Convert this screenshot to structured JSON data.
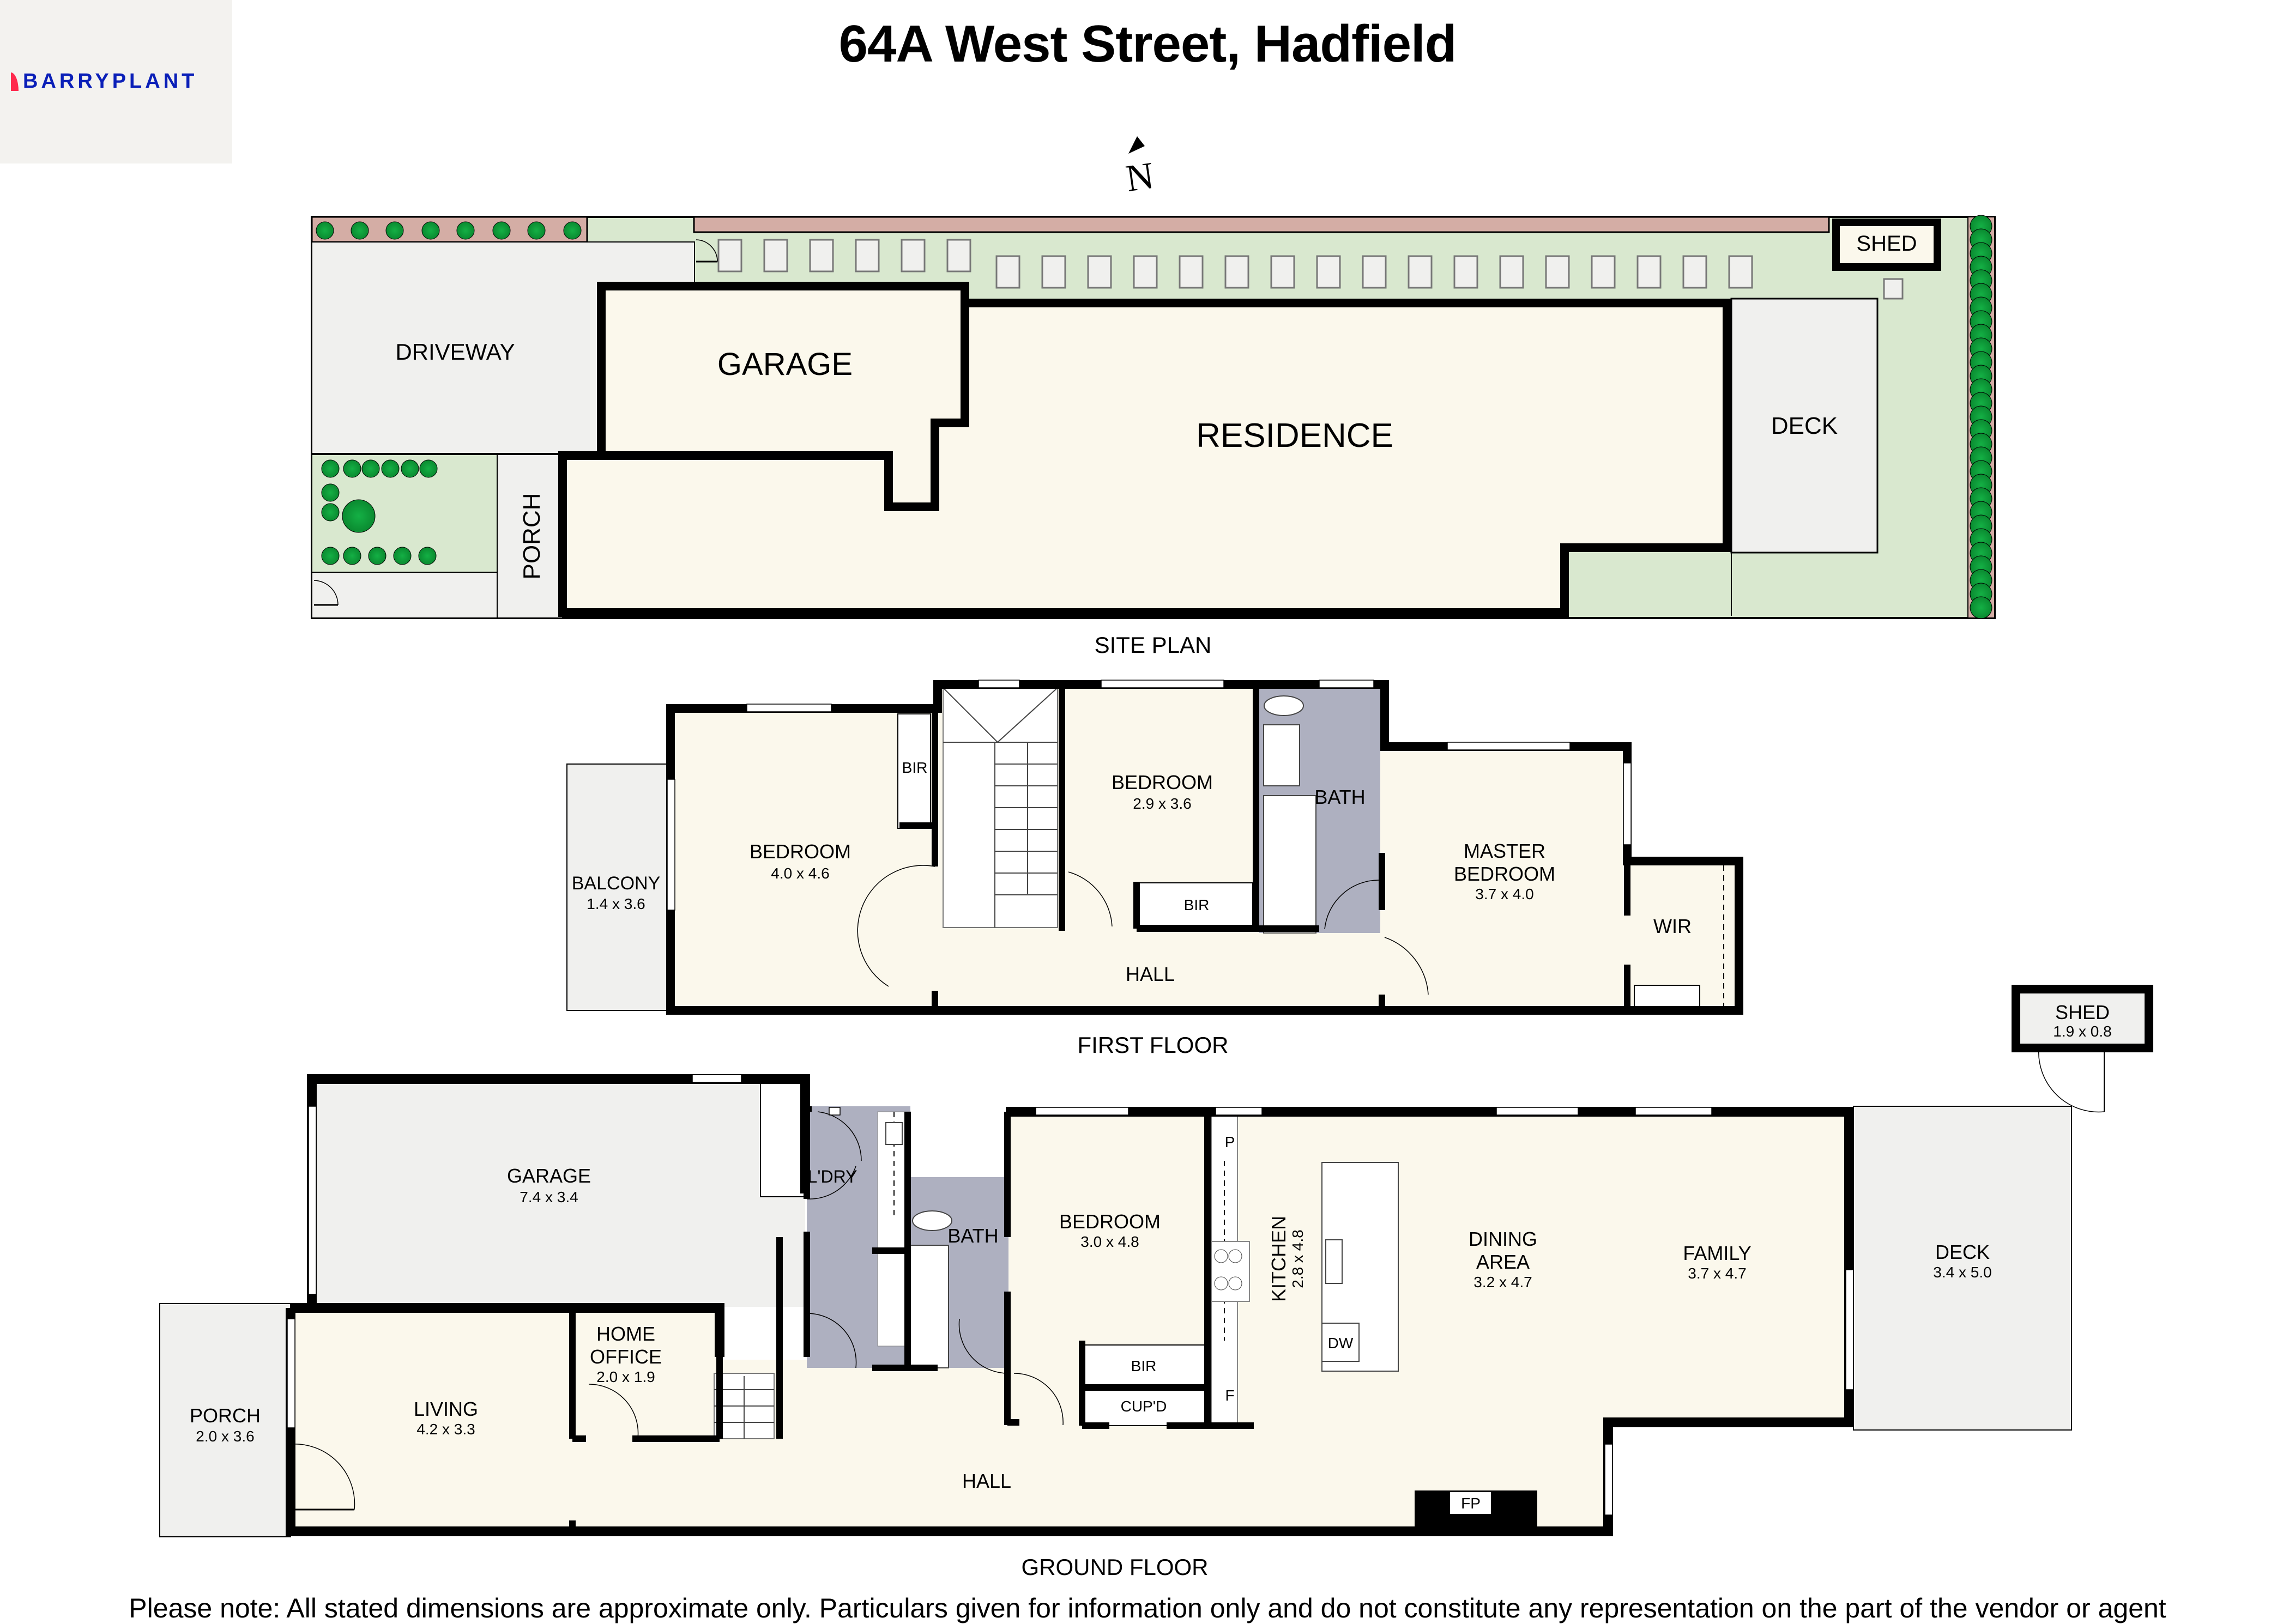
{
  "brand": {
    "name": "BARRYPLANT",
    "accent_color": "#ff2a4d",
    "text_color": "#0a1fb8"
  },
  "title": "64A West Street, Hadfield",
  "compass": {
    "label": "N"
  },
  "colors": {
    "interior": "#fbf8ec",
    "exterior_grey": "#f0f0ee",
    "wet_area": "#aeb0c0",
    "lawn": "#d9e8cf",
    "fence": "#d4ada5",
    "tree": "#0fa03a",
    "wall": "#000000"
  },
  "site_plan": {
    "caption": "SITE PLAN",
    "areas": [
      {
        "id": "driveway",
        "label": "DRIVEWAY"
      },
      {
        "id": "garage",
        "label": "GARAGE"
      },
      {
        "id": "residence",
        "label": "RESIDENCE"
      },
      {
        "id": "deck",
        "label": "DECK"
      },
      {
        "id": "shed",
        "label": "SHED"
      },
      {
        "id": "porch",
        "label": "PORCH"
      }
    ]
  },
  "first_floor": {
    "caption": "FIRST FLOOR",
    "rooms": [
      {
        "id": "balcony",
        "label": "BALCONY",
        "dims": "1.4 x 3.6"
      },
      {
        "id": "bedroom-west",
        "label": "BEDROOM",
        "dims": "4.0 x 4.6"
      },
      {
        "id": "bir-west",
        "label": "BIR"
      },
      {
        "id": "bedroom-mid",
        "label": "BEDROOM",
        "dims": "2.9 x 3.6"
      },
      {
        "id": "bir-mid",
        "label": "BIR"
      },
      {
        "id": "bath",
        "label": "BATH"
      },
      {
        "id": "master-bedroom",
        "label_line1": "MASTER",
        "label_line2": "BEDROOM",
        "dims": "3.7 x 4.0"
      },
      {
        "id": "wir",
        "label": "WIR"
      },
      {
        "id": "hall",
        "label": "HALL"
      }
    ]
  },
  "ground_floor": {
    "caption": "GROUND FLOOR",
    "rooms": [
      {
        "id": "garage",
        "label": "GARAGE",
        "dims": "7.4 x 3.4"
      },
      {
        "id": "laundry",
        "label": "L'DRY"
      },
      {
        "id": "bath",
        "label": "BATH"
      },
      {
        "id": "bedroom",
        "label": "BEDROOM",
        "dims": "3.0 x 4.8"
      },
      {
        "id": "bir",
        "label": "BIR"
      },
      {
        "id": "cupboard",
        "label": "CUP'D"
      },
      {
        "id": "pantry",
        "label": "P"
      },
      {
        "id": "fridge",
        "label": "F"
      },
      {
        "id": "kitchen",
        "label": "KITCHEN",
        "dims": "2.8 x 4.8"
      },
      {
        "id": "dishwasher",
        "label": "DW"
      },
      {
        "id": "dining",
        "label_line1": "DINING",
        "label_line2": "AREA",
        "dims": "3.2 x 4.7"
      },
      {
        "id": "family",
        "label": "FAMILY",
        "dims": "3.7 x 4.7"
      },
      {
        "id": "deck",
        "label": "DECK",
        "dims": "3.4 x 5.0"
      },
      {
        "id": "shed",
        "label": "SHED",
        "dims": "1.9 x 0.8"
      },
      {
        "id": "porch",
        "label": "PORCH",
        "dims": "2.0 x 3.6"
      },
      {
        "id": "living",
        "label": "LIVING",
        "dims": "4.2 x 3.3"
      },
      {
        "id": "home-office",
        "label_line1": "HOME",
        "label_line2": "OFFICE",
        "dims": "2.0 x 1.9"
      },
      {
        "id": "hall",
        "label": "HALL"
      },
      {
        "id": "fireplace",
        "label": "FP"
      }
    ]
  },
  "disclaimer": "Please note: All stated dimensions are approximate only. Particulars given for information only and do not constitute any representation on the part of the vendor or agent"
}
